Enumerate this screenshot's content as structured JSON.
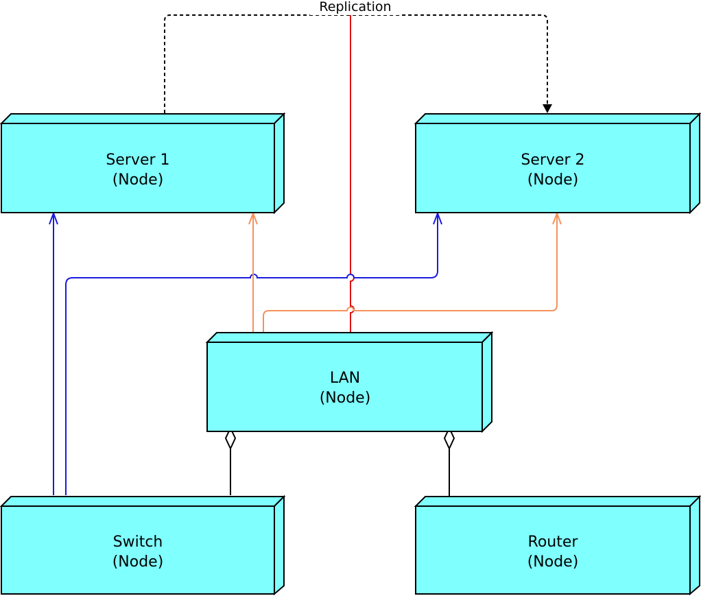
{
  "diagram": {
    "colors": {
      "node_fill": "#80ffff",
      "blue_link": "#1a1adb",
      "orange_link": "#f5915a",
      "red_link": "#dd1111",
      "outline": "#000000"
    },
    "nodes": [
      {
        "id": "server1",
        "name": "Server 1",
        "stereotype": "(Node)"
      },
      {
        "id": "server2",
        "name": "Server 2",
        "stereotype": "(Node)"
      },
      {
        "id": "lan",
        "name": "LAN",
        "stereotype": "(Node)"
      },
      {
        "id": "switch",
        "name": "Switch",
        "stereotype": "(Node)"
      },
      {
        "id": "router",
        "name": "Router",
        "stereotype": "(Node)"
      }
    ],
    "connectors": [
      {
        "id": "replication",
        "from": "server1",
        "to": "server2",
        "kind": "dependency",
        "label": "Replication"
      },
      {
        "id": "switch-server1",
        "from": "switch",
        "to": "server1",
        "kind": "blue-arrow"
      },
      {
        "id": "switch-server2",
        "from": "switch",
        "to": "server2",
        "kind": "blue-arrow"
      },
      {
        "id": "lan-server1",
        "from": "lan",
        "to": "server1",
        "kind": "orange-arrow"
      },
      {
        "id": "lan-server2",
        "from": "lan",
        "to": "server2",
        "kind": "orange-arrow"
      },
      {
        "id": "lan-top",
        "from": "lan",
        "to": "top",
        "kind": "red-line"
      },
      {
        "id": "switch-lan",
        "from": "switch",
        "to": "lan",
        "kind": "aggregation"
      },
      {
        "id": "router-lan",
        "from": "router",
        "to": "lan",
        "kind": "aggregation"
      }
    ]
  }
}
